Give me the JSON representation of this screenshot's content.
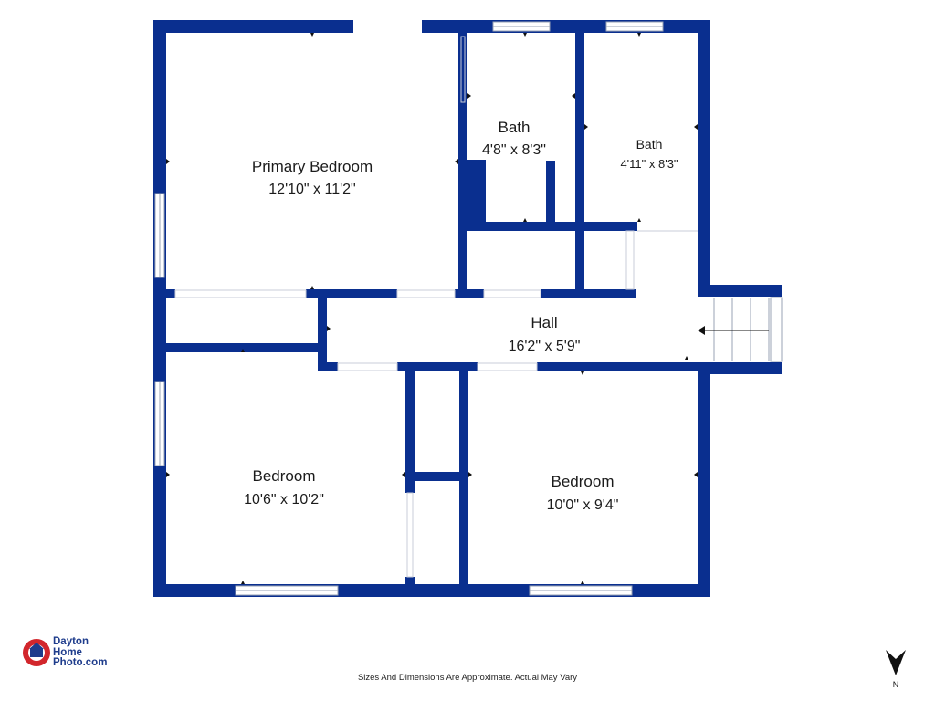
{
  "rooms": {
    "primary_bedroom": {
      "name": "Primary Bedroom",
      "dims": "12'10\" x 11'2\""
    },
    "bath_1": {
      "name": "Bath",
      "dims": "4'8\" x 8'3\""
    },
    "bath_2": {
      "name": "Bath",
      "dims": "4'11\" x 8'3\""
    },
    "hall": {
      "name": "Hall",
      "dims": "16'2\" x 5'9\""
    },
    "bedroom_1": {
      "name": "Bedroom",
      "dims": "10'6\" x 10'2\""
    },
    "bedroom_2": {
      "name": "Bedroom",
      "dims": "10'0\" x 9'4\""
    }
  },
  "logo": {
    "line1": "Dayton",
    "line2": "Home",
    "line3": "Photo.com"
  },
  "disclaimer": "Sizes And Dimensions Are Approximate. Actual May Vary",
  "compass": {
    "label": "N",
    "icon": "north-arrow-icon"
  },
  "colors": {
    "wall": "#0a2f8f",
    "logo_blue": "#1e3c8c",
    "logo_red": "#d2262c"
  }
}
